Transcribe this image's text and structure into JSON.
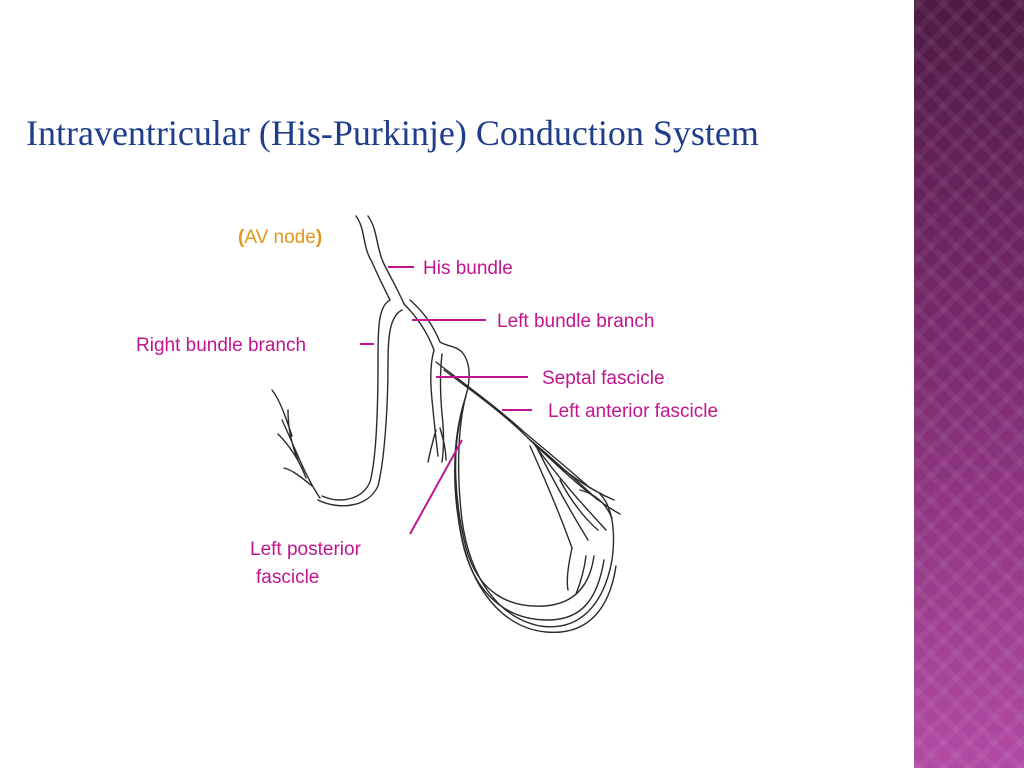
{
  "slide": {
    "title": "Intraventricular (His-Purkinje) Conduction System"
  },
  "diagram": {
    "labels": {
      "av_node_open": "(",
      "av_node_text": "AV node",
      "av_node_close": ")",
      "his_bundle": "His bundle",
      "left_bundle_branch": "Left bundle branch",
      "right_bundle_branch": "Right bundle branch",
      "septal_fascicle": "Septal fascicle",
      "left_anterior_fascicle": "Left anterior fascicle",
      "left_posterior_line1": "Left posterior",
      "left_posterior_line2": "fascicle"
    }
  },
  "colors": {
    "title": "#1f3d8a",
    "label": "#c0158f",
    "av_node": "#e3951a",
    "sidebar_top": "#4e1a45",
    "sidebar_bottom": "#b14aa4"
  }
}
